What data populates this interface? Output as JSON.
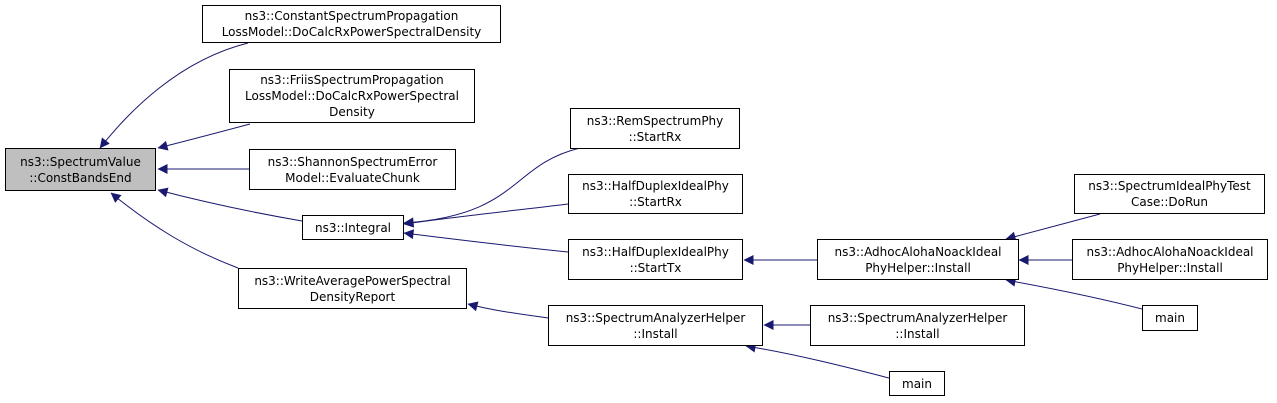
{
  "colors": {
    "edge": "#191970",
    "root_fill": "#bfbfbf",
    "node_fill": "#ffffff",
    "border": "#000000"
  },
  "nodes": {
    "root": "ns3::SpectrumValue\n::ConstBandsEnd",
    "const_spectrum": "ns3::ConstantSpectrumPropagation\nLossModel::DoCalcRxPowerSpectralDensity",
    "friis_spectrum": "ns3::FriisSpectrumPropagation\nLossModel::DoCalcRxPowerSpectral\nDensity",
    "shannon": "ns3::ShannonSpectrumError\nModel::EvaluateChunk",
    "integral": "ns3::Integral",
    "write_avg": "ns3::WriteAveragePowerSpectral\nDensityReport",
    "rem_startrx": "ns3::RemSpectrumPhy\n::StartRx",
    "hd_startrx": "ns3::HalfDuplexIdealPhy\n::StartRx",
    "hd_starttx": "ns3::HalfDuplexIdealPhy\n::StartTx",
    "sa_install": "ns3::SpectrumAnalyzerHelper\n::Install",
    "adhoc_install": "ns3::AdhocAlohaNoackIdeal\nPhyHelper::Install",
    "sa_install2": "ns3::SpectrumAnalyzerHelper\n::Install",
    "main1": "main",
    "ideal_test": "ns3::SpectrumIdealPhyTest\nCase::DoRun",
    "adhoc_install2": "ns3::AdhocAlohaNoackIdeal\nPhyHelper::Install",
    "main2": "main"
  },
  "edges": [
    {
      "from": "const_spectrum",
      "to": "root"
    },
    {
      "from": "friis_spectrum",
      "to": "root"
    },
    {
      "from": "shannon",
      "to": "root"
    },
    {
      "from": "integral",
      "to": "root"
    },
    {
      "from": "write_avg",
      "to": "root"
    },
    {
      "from": "rem_startrx",
      "to": "integral"
    },
    {
      "from": "hd_startrx",
      "to": "integral"
    },
    {
      "from": "hd_starttx",
      "to": "integral"
    },
    {
      "from": "sa_install",
      "to": "write_avg"
    },
    {
      "from": "adhoc_install",
      "to": "hd_starttx"
    },
    {
      "from": "sa_install2",
      "to": "sa_install"
    },
    {
      "from": "main1",
      "to": "sa_install"
    },
    {
      "from": "ideal_test",
      "to": "adhoc_install"
    },
    {
      "from": "adhoc_install2",
      "to": "adhoc_install"
    },
    {
      "from": "main2",
      "to": "adhoc_install"
    }
  ]
}
